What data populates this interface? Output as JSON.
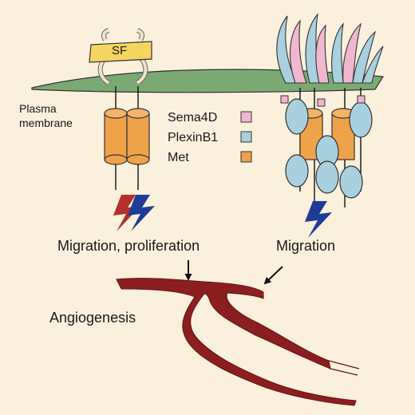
{
  "figure": {
    "labels": {
      "sf": "SF",
      "plasma_membrane_line1": "Plasma",
      "plasma_membrane_line2": "membrane",
      "legend_sema4d": "Sema4D",
      "legend_plexinb1": "PlexinB1",
      "legend_met": "Met",
      "outcome_left": "Migration, proliferation",
      "outcome_right": "Migration",
      "angiogenesis": "Angiogenesis"
    },
    "colors": {
      "background": "#faf0dc",
      "membrane": "#7aaa72",
      "met": "#eea24a",
      "plexin": "#a9d0de",
      "sema": "#f0b7cf",
      "sf": "#f6d462",
      "signal_red": "#b3302b",
      "signal_blue": "#1f3c97",
      "vessel": "#8b1e1e"
    },
    "icons": [
      "lightning-bolt-icon",
      "arrow-down-icon"
    ]
  }
}
